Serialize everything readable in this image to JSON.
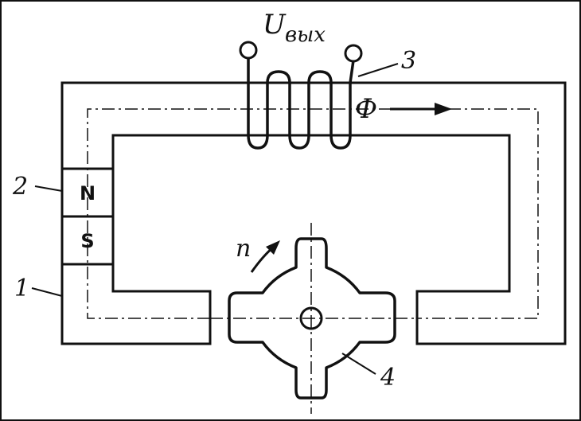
{
  "diagram": {
    "output_voltage_label": "U",
    "output_voltage_subscript": "вых",
    "flux_label": "Ф",
    "rotation_label": "n",
    "pole_north": "N",
    "pole_south": "S",
    "callouts": {
      "core": "1",
      "magnet": "2",
      "coil": "3",
      "rotor": "4"
    },
    "colors": {
      "ink": "#111111",
      "background": "#ffffff"
    }
  }
}
